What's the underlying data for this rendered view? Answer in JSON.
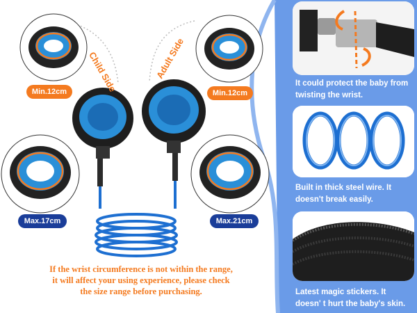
{
  "left": {
    "child_side_label": "Child Side",
    "adult_side_label": "Adult Side",
    "child_min": "Min.12cm",
    "adult_min": "Min.12cm",
    "child_max": "Max.17cm",
    "adult_max": "Max.21cm",
    "warning_lines": [
      "If the wrist circumference is not within the range,",
      "it will affect your using experience, please check",
      "the size range before purchasing."
    ]
  },
  "features": [
    {
      "caption_lines": [
        "It could protect the baby from",
        "twisting the wrist."
      ]
    },
    {
      "caption_lines": [
        "Built in thick steel wire. It",
        "doesn't break easily."
      ]
    },
    {
      "caption_lines": [
        "Latest magic stickers. It",
        "doesn' t hurt the baby's skin."
      ]
    }
  ],
  "colors": {
    "accent_orange": "#f47a1f",
    "accent_blue_panel": "#6a9be8",
    "badge_blue": "#1a3d99",
    "strap_blue": "#2a8fd8",
    "coil_blue": "#1d6fd1"
  }
}
